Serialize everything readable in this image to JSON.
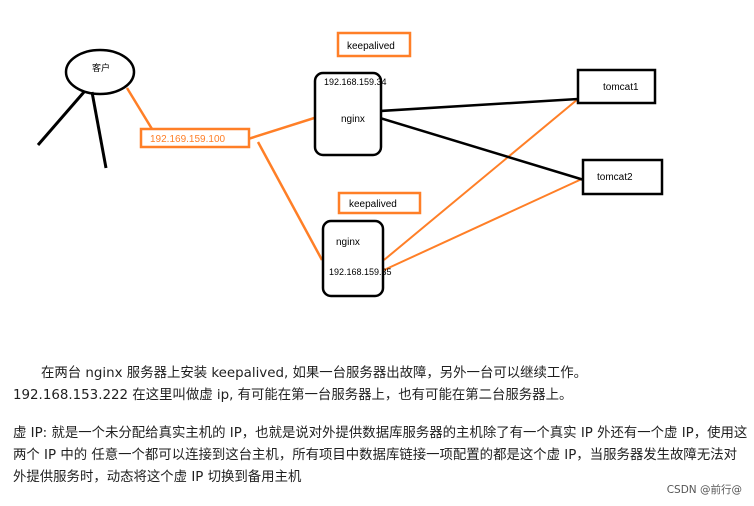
{
  "diagram": {
    "client_label": "客户",
    "vip_label": "192.169.159.100",
    "keepalived_top_label": "keepalived",
    "keepalived_bottom_label": "keepalived",
    "nginx_top": {
      "ip": "192.168.159.34",
      "name": "nginx"
    },
    "nginx_bottom": {
      "ip": "192.168.159.35",
      "name": "nginx"
    },
    "tomcat1_label": "tomcat1",
    "tomcat2_label": "tomcat2",
    "colors": {
      "accent": "#ff7f27",
      "line": "#000000"
    }
  },
  "text": {
    "para1_line1": "在两台 nginx 服务器上安装 keepalived, 如果一台服务器出故障，另外一台可以继续工作。",
    "para1_line2": "192.168.153.222 在这里叫做虚 ip, 有可能在第一台服务器上，也有可能在第二台服务器上。",
    "para2": "虚 IP: 就是一个未分配给真实主机的 IP，也就是说对外提供数据库服务器的主机除了有一个真实 IP 外还有一个虚 IP，使用这两个 IP 中的 任意一个都可以连接到这台主机，所有项目中数据库链接一项配置的都是这个虚 IP，当服务器发生故障无法对外提供服务时，动态将这个虚 IP 切换到备用主机"
  },
  "watermark": "CSDN @前行@"
}
